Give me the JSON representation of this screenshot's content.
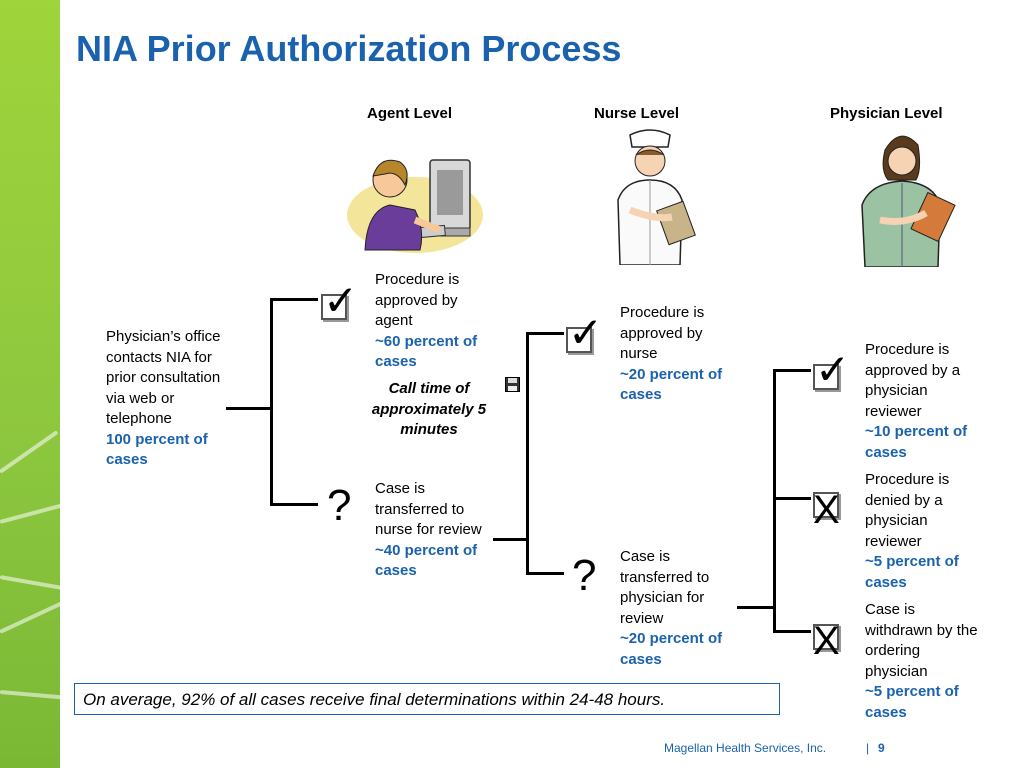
{
  "title": "NIA Prior Authorization Process",
  "levels": {
    "agent": "Agent Level",
    "nurse": "Nurse Level",
    "physician": "Physician Level"
  },
  "start": {
    "text": "Physician’s office contacts NIA for prior consultation via web or telephone",
    "pct": "100 percent of cases"
  },
  "agent": {
    "approved": {
      "text": "Procedure is approved by agent",
      "pct": "~60 percent of cases"
    },
    "call_time": "Call time of approximately 5 minutes",
    "transferred": {
      "text": "Case is transferred to nurse for review",
      "pct": "~40 percent of cases"
    }
  },
  "nurse": {
    "approved": {
      "text": "Procedure is approved by nurse",
      "pct": "~20 percent of cases"
    },
    "transferred": {
      "text": "Case is transferred to physician for review",
      "pct": "~20 percent of cases"
    }
  },
  "physician": {
    "approved": {
      "text": "Procedure is approved by a physician reviewer",
      "pct": "~10 percent of cases"
    },
    "denied": {
      "text": "Procedure is denied  by a physician reviewer",
      "pct": "~5 percent of cases"
    },
    "withdrawn": {
      "text": "Case is withdrawn by the ordering physician",
      "pct": "~5 percent of cases"
    }
  },
  "symbols": {
    "check": "✓",
    "question": "?",
    "x": "X"
  },
  "icons": {
    "agent": "agent-at-computer-clipart",
    "nurse": "nurse-with-clipboard-clipart",
    "physician": "physician-with-clipboard-clipart",
    "save": "floppy-disk-icon"
  },
  "summary": "On average, 92% of all cases receive final determinations within 24-48 hours.",
  "footer": {
    "company": "Magellan Health Services, Inc.",
    "separator": "|",
    "page": "9"
  },
  "colors": {
    "accent": "#1a62ad",
    "sidebar": "#8cc63f"
  }
}
